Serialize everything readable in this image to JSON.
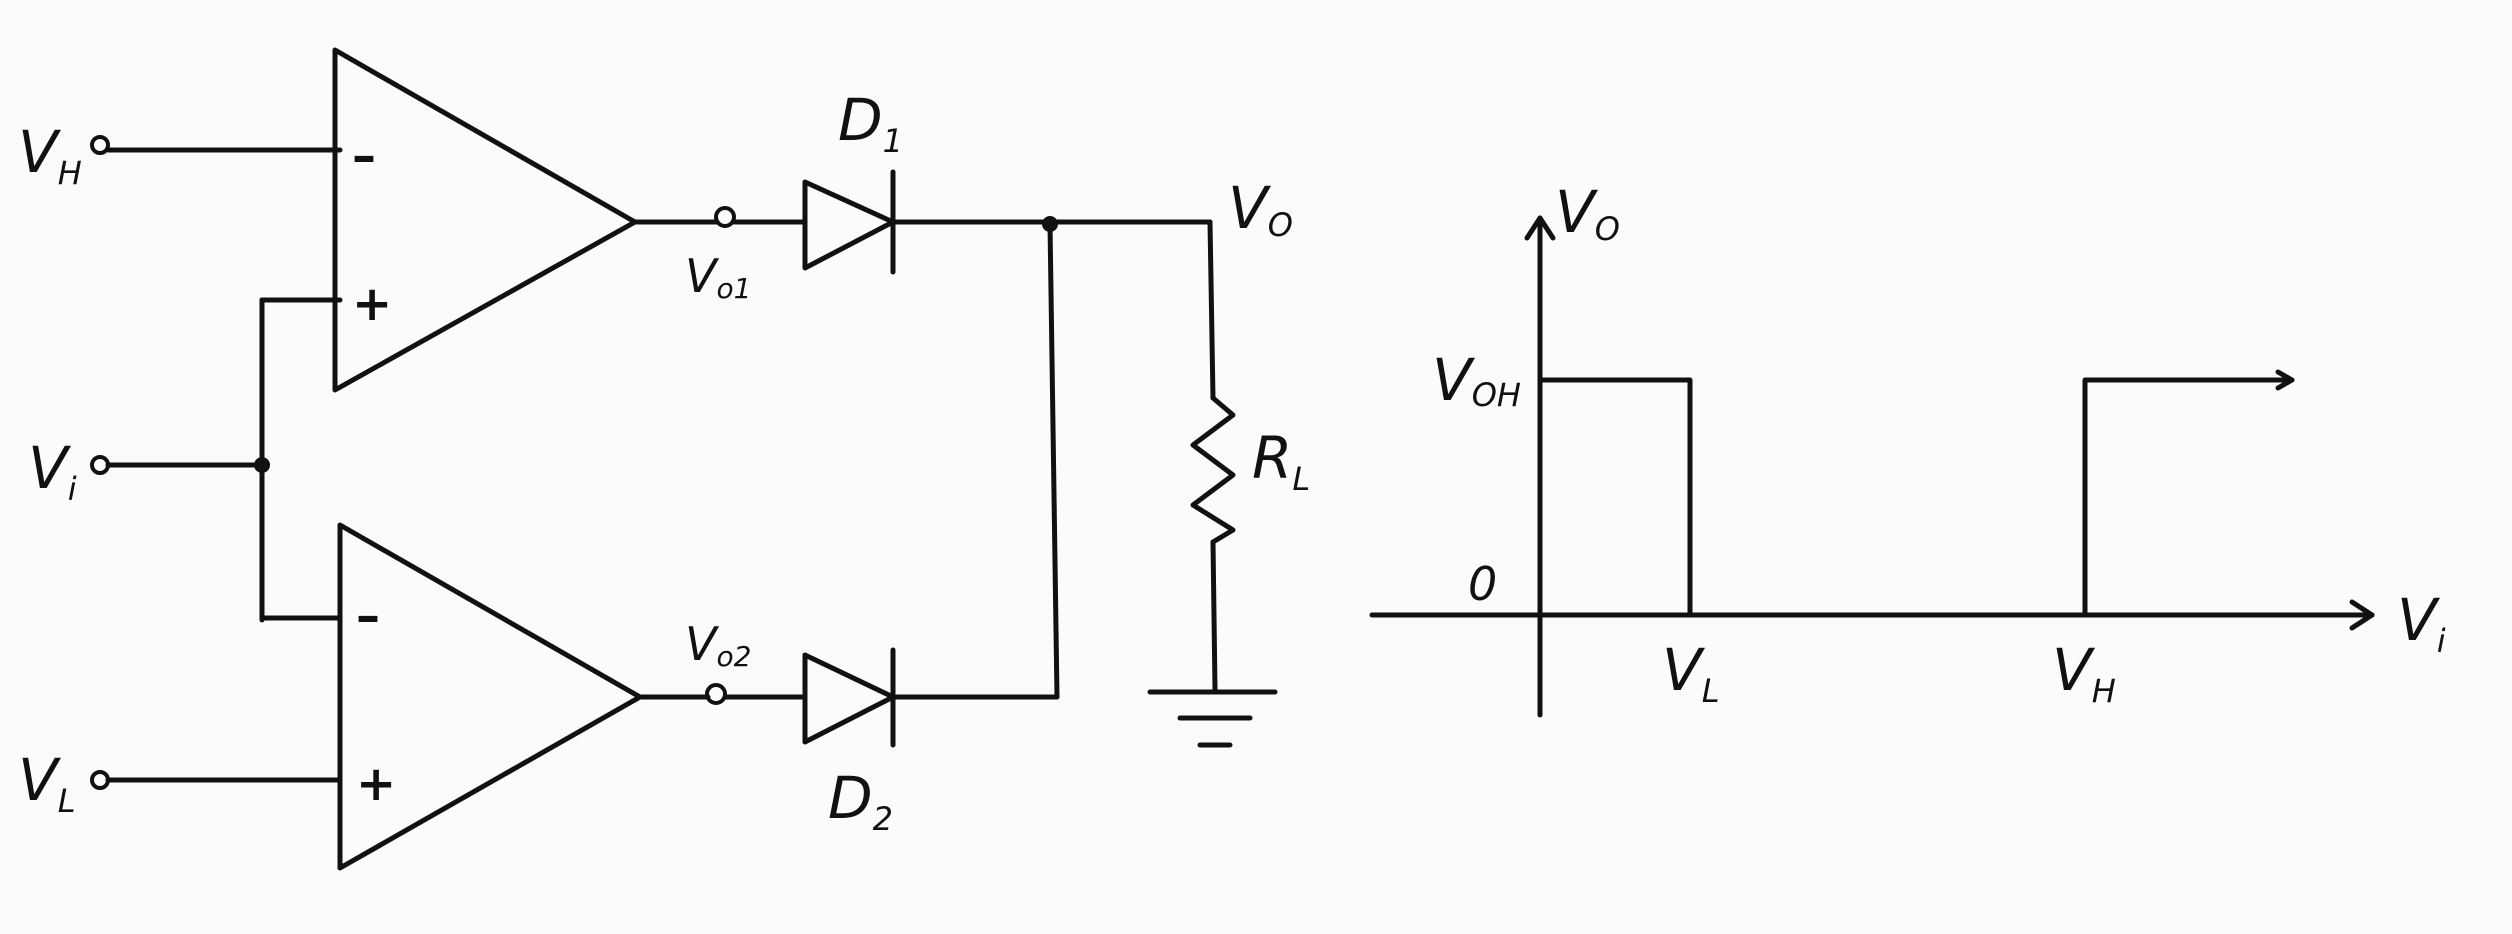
{
  "circuit": {
    "input_high": {
      "main": "V",
      "sub": "H"
    },
    "input_signal": {
      "main": "V",
      "sub": "i"
    },
    "input_low": {
      "main": "V",
      "sub": "L"
    },
    "opamp_top": {
      "minus": "–",
      "plus": "+"
    },
    "opamp_bottom": {
      "minus": "–",
      "plus": "+"
    },
    "node_vo1": {
      "main": "V",
      "sub": "o1"
    },
    "node_vo2": {
      "main": "V",
      "sub": "o2"
    },
    "diode_top": {
      "main": "D",
      "sub": "1"
    },
    "diode_bottom": {
      "main": "D",
      "sub": "2"
    },
    "output": {
      "main": "V",
      "sub": "O"
    },
    "resistor": {
      "main": "R",
      "sub": "L"
    }
  },
  "transfer_plot": {
    "y_axis": {
      "main": "V",
      "sub": "O"
    },
    "x_axis": {
      "main": "V",
      "sub": "i"
    },
    "y_level_high": {
      "main": "V",
      "sub": "OH"
    },
    "y_level_zero": "0",
    "x_tick_low": {
      "main": "V",
      "sub": "L"
    },
    "x_tick_high": {
      "main": "V",
      "sub": "H"
    }
  },
  "colors": {
    "ink": "#111111",
    "paper": "#fbfbfa"
  }
}
